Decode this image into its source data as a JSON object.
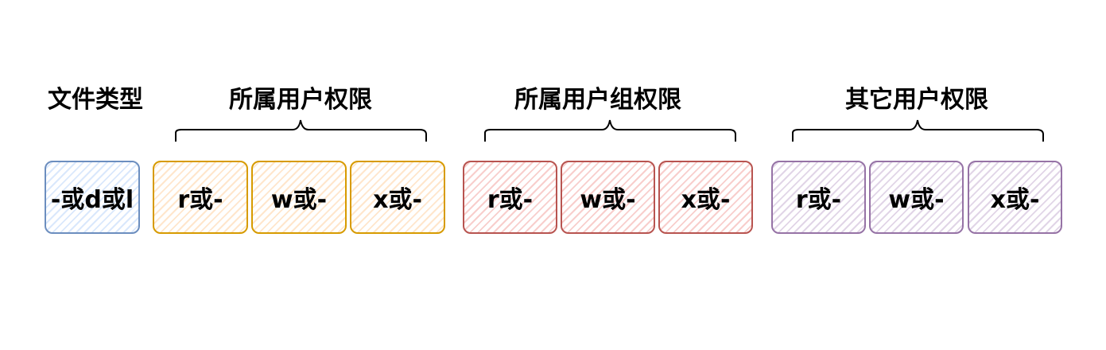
{
  "file_type": {
    "title": "文件类型",
    "value": "-或d或l",
    "color": "#6c8ebf"
  },
  "owner": {
    "title": "所属用户权限",
    "cells": [
      "r或-",
      "w或-",
      "x或-"
    ],
    "color": "#d79b00"
  },
  "group": {
    "title": "所属用户组权限",
    "cells": [
      "r或-",
      "w或-",
      "x或-"
    ],
    "color": "#b85450"
  },
  "other": {
    "title": "其它用户权限",
    "cells": [
      "r或-",
      "w或-",
      "x或-"
    ],
    "color": "#9673a6"
  }
}
